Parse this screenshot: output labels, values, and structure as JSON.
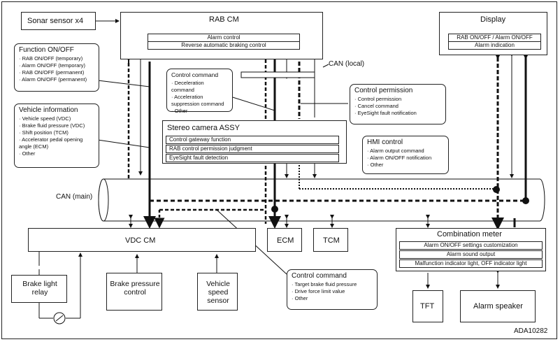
{
  "sonar": "Sonar sensor x4",
  "rab_cm": {
    "title": "RAB CM",
    "rows": [
      "Alarm control",
      "Reverse automatic braking control"
    ]
  },
  "display": {
    "title": "Display",
    "rows": [
      "RAB ON/OFF / Alarm ON/OFF",
      "Alarm indication"
    ]
  },
  "function_onoff": {
    "title": "Function ON/OFF",
    "items": [
      "RAB ON/OFF (temporary)",
      "Alarm ON/OFF (temporary)",
      "RAB ON/OFF (permanent)",
      "Alarm ON/OFF (permanent)"
    ]
  },
  "vehicle_info": {
    "title": "Vehicle information",
    "items": [
      "Vehicle speed (VDC)",
      "Brake fluid pressure (VDC)",
      "Shift position (TCM)",
      "Accelerator pedal opening angle (ECM)",
      "Other"
    ]
  },
  "control_command_1": {
    "title": "Control command",
    "items": [
      "Deceleration command",
      "Acceleration suppression command",
      "Other"
    ]
  },
  "control_permission": {
    "title": "Control permission",
    "items": [
      "Control permission",
      "Cancel command",
      "EyeSight fault notification"
    ]
  },
  "can_local": "CAN (local)",
  "can_main": "CAN (main)",
  "stereo": {
    "title": "Stereo camera ASSY",
    "rows": [
      "Control gateway function",
      "RAB control permission judgment",
      "EyeSight fault detection"
    ]
  },
  "hmi": {
    "title": "HMI control",
    "items": [
      "Alarm output command",
      "Alarm ON/OFF notification",
      "Other"
    ]
  },
  "vdc": "VDC CM",
  "ecm": "ECM",
  "tcm": "TCM",
  "combination_meter": {
    "title": "Combination meter",
    "rows": [
      "Alarm ON/OFF settings customization",
      "Alarm sound output",
      "Malfunction indicator light, OFF indicator light"
    ]
  },
  "brake_light_relay": "Brake light relay",
  "brake_pressure": "Brake pressure control",
  "vehicle_speed_sensor": "Vehicle speed sensor",
  "control_command_2": {
    "title": "Control command",
    "items": [
      "Target brake fluid pressure",
      "Drive force limit value",
      "Other"
    ]
  },
  "tft": "TFT",
  "alarm_speaker": "Alarm speaker",
  "figure_id": "ADA10282"
}
